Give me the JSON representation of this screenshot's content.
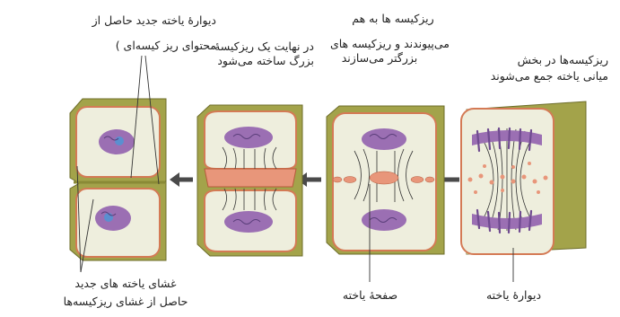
{
  "labels": {
    "top_left_line1": "دیوارهٔ یاخته جدید  حاصل از",
    "top_left_line2": "محتوای ریز کیسه‌ای )",
    "mid_left_line1": "در نهایت یک ریزکیسهٔ",
    "mid_left_line2": "بزرگ ساخته می‌شود",
    "center_line1": "ریزکیسه ها به هم",
    "center_line2": "می‌پیوندند و ریزکیسه های",
    "center_line3": "بزرگتر می‌سازند",
    "right_line1": "ریزکیسه‌ها در بخش",
    "right_line2": "میانی یاخته جمع می‌شوند",
    "bottom_left_line1": "غشای یاخته های جدید",
    "bottom_left_line2": "حاصل از غشای ریزکیسه‌ها",
    "bottom_center": "صفحهٔ یاخته",
    "bottom_right": "دیوارهٔ یاخته"
  },
  "colors": {
    "wall": "#a3a34a",
    "wall_shade": "#8a8a36",
    "wall_face": "#c4c482",
    "cytoplasm": "#eeeedd",
    "membrane": "#d47a55",
    "plate": "#e8967a",
    "vesicle": "#e8967a",
    "nucleus": "#9b6fb3",
    "nucleus_dark": "#6f4a90",
    "nucleolus": "#5a8fd0",
    "arrow": "#4a4a4a"
  }
}
